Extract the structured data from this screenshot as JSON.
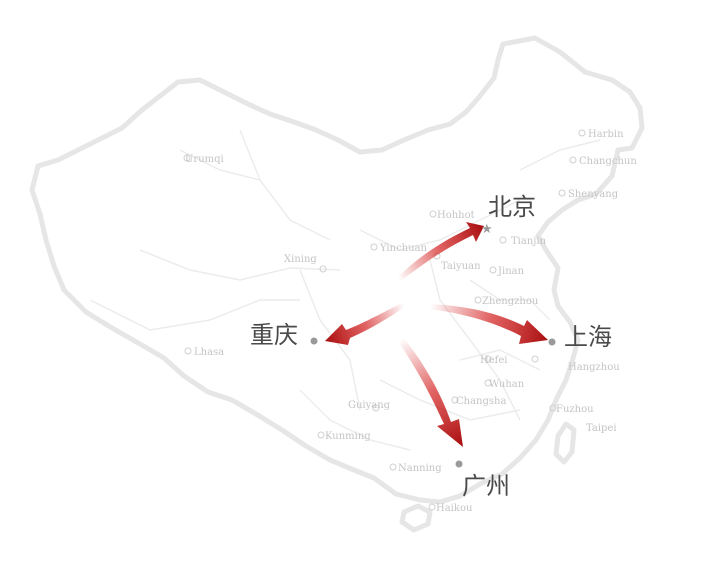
{
  "map": {
    "major_cities": [
      {
        "id": "beijing",
        "label": "北京"
      },
      {
        "id": "shanghai",
        "label": "上海"
      },
      {
        "id": "chongqing",
        "label": "重庆"
      },
      {
        "id": "guangzhou",
        "label": "广州"
      }
    ],
    "minor_labels": [
      {
        "id": "harbin",
        "label": "Harbin"
      },
      {
        "id": "changchun",
        "label": "Changchun"
      },
      {
        "id": "shenyang",
        "label": "Shenyang"
      },
      {
        "id": "urumqi",
        "label": "Urumqi"
      },
      {
        "id": "hohhot",
        "label": "Hohhot"
      },
      {
        "id": "tianjin",
        "label": "Tianjin"
      },
      {
        "id": "yinchuan",
        "label": "Yinchuan"
      },
      {
        "id": "taiyuan",
        "label": "Taiyuan"
      },
      {
        "id": "jinan",
        "label": "Jinan"
      },
      {
        "id": "xining",
        "label": "Xining"
      },
      {
        "id": "zhengzhou",
        "label": "Zhengzhou"
      },
      {
        "id": "lhasa",
        "label": "Lhasa"
      },
      {
        "id": "hefei",
        "label": "Hefei"
      },
      {
        "id": "wuhan",
        "label": "Wuhan"
      },
      {
        "id": "hangzhou",
        "label": "Hangzhou"
      },
      {
        "id": "changsha",
        "label": "Changsha"
      },
      {
        "id": "guiyang",
        "label": "Guiyang"
      },
      {
        "id": "fuzhou",
        "label": "Fuzhou"
      },
      {
        "id": "kunming",
        "label": "Kunming"
      },
      {
        "id": "taipei",
        "label": "Taipei"
      },
      {
        "id": "nanning",
        "label": "Nanning"
      },
      {
        "id": "haikou",
        "label": "Haikou"
      }
    ],
    "flows": [
      {
        "from": "center",
        "to": "beijing"
      },
      {
        "from": "center",
        "to": "shanghai"
      },
      {
        "from": "center",
        "to": "chongqing"
      },
      {
        "from": "center",
        "to": "guangzhou"
      }
    ],
    "colors": {
      "arrow": "#d42020",
      "arrow_dark": "#a80f0f",
      "outline": "#e6e6e6",
      "label_major": "#4a4a4a",
      "label_minor": "#c4c4c4"
    }
  }
}
